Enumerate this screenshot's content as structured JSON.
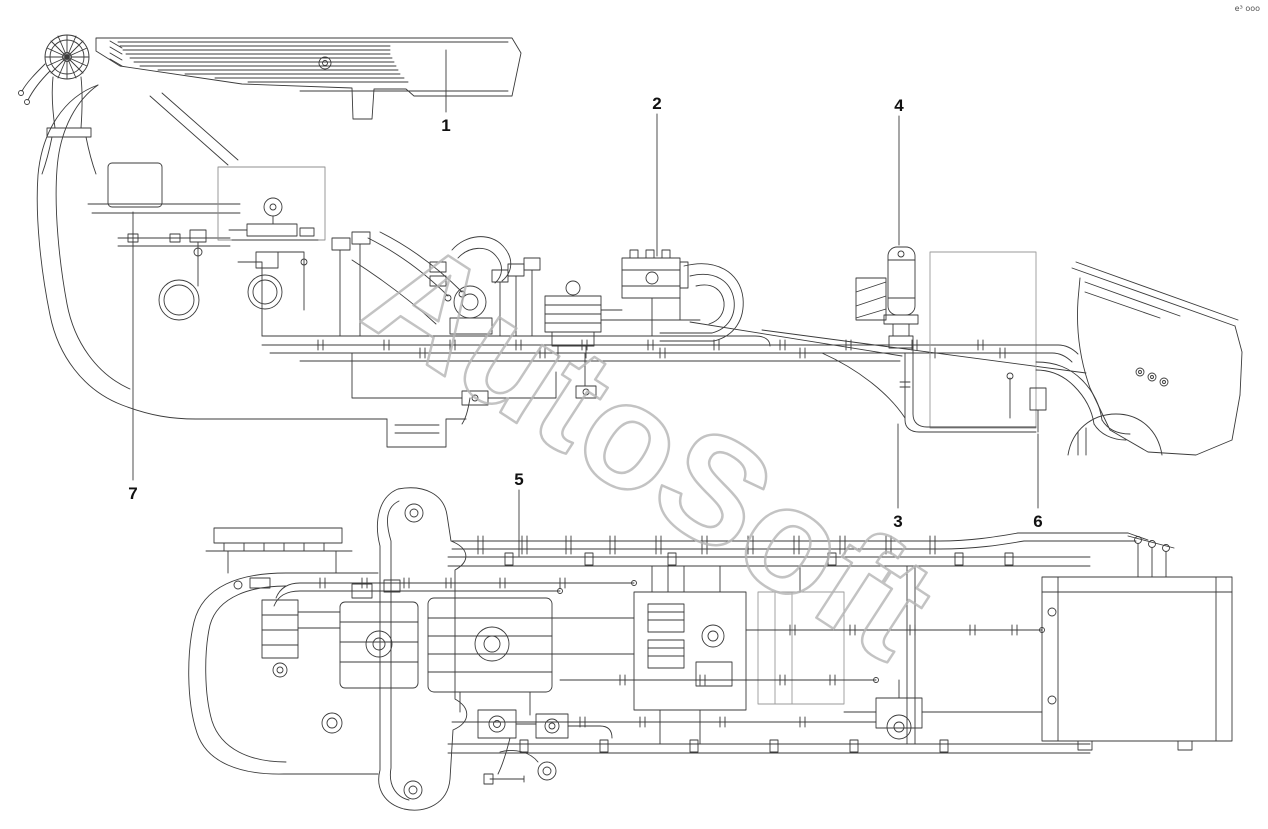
{
  "page": {
    "background": "#ffffff",
    "line_color": "#3b3b3b",
    "corner_mark": "e³ ooo"
  },
  "watermark": {
    "text": "AutoSoft",
    "color": "#b5b5b5"
  },
  "callouts": [
    {
      "label": "1"
    },
    {
      "label": "2"
    },
    {
      "label": "3"
    },
    {
      "label": "4"
    },
    {
      "label": "5"
    },
    {
      "label": "6"
    },
    {
      "label": "7"
    }
  ]
}
